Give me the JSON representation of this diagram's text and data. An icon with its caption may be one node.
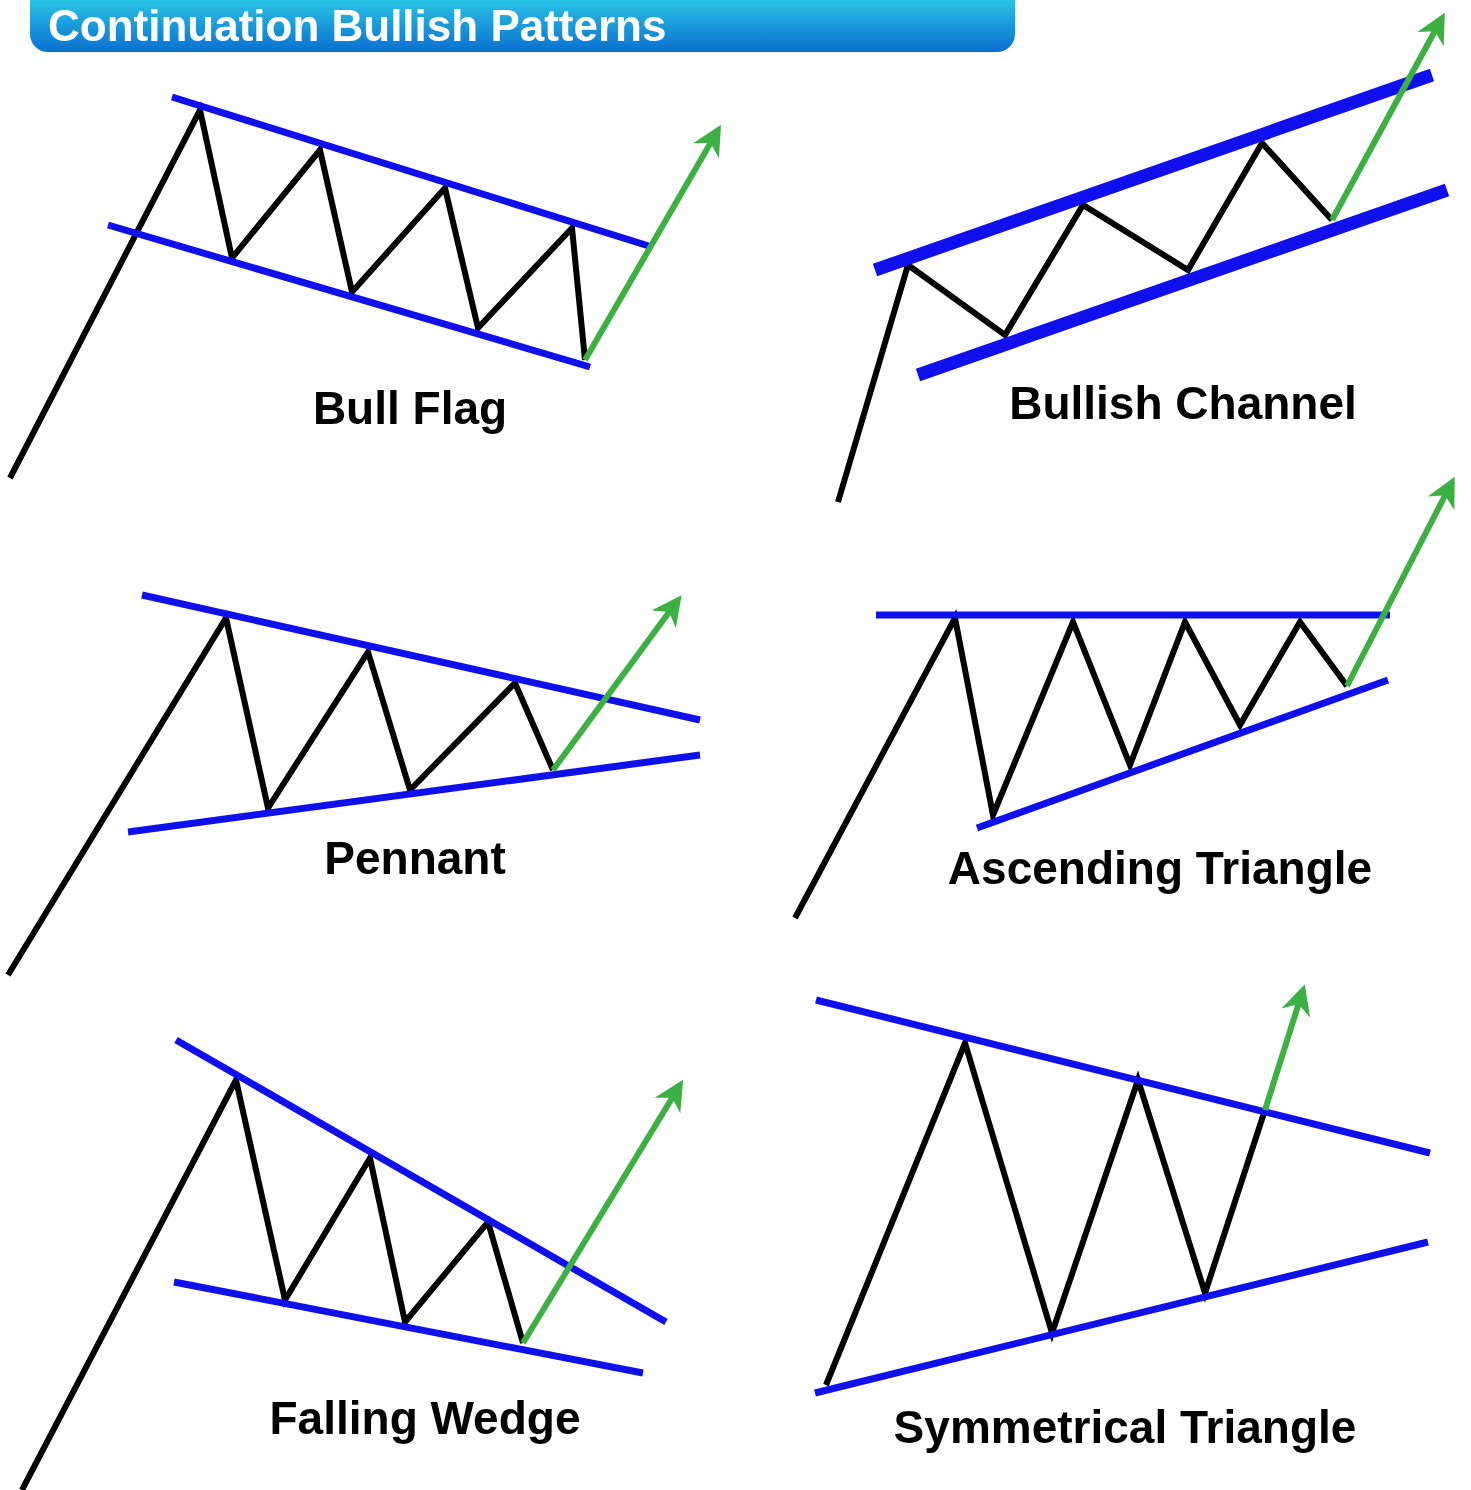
{
  "diagram": {
    "title": "Continuation Bullish Patterns",
    "labels": [
      "Bull Flag",
      "Bullish Channel",
      "Pennant",
      "Ascending Triangle",
      "Falling Wedge",
      "Symmetrical Triangle"
    ]
  }
}
